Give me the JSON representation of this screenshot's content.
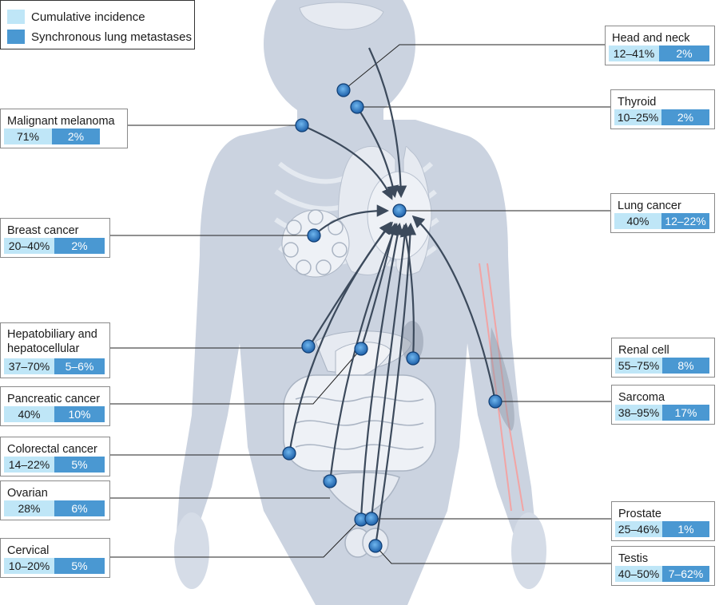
{
  "colors": {
    "cumulative": "#bfe6f7",
    "synchronous": "#4a98d2",
    "body": "#cbd3e0",
    "organ": "#e6eaf1",
    "tumor": "#2f7fd0",
    "arrow": "#3c4a5c",
    "leader": "#222222"
  },
  "legend": {
    "cumulative_label": "Cumulative incidence",
    "synchronous_label": "Synchronous lung metastases"
  },
  "cancers": {
    "melanoma": {
      "name": "Malignant melanoma",
      "incidence": "71%",
      "synchronous": "2%"
    },
    "breast": {
      "name": "Breast cancer",
      "incidence": "20–40%",
      "synchronous": "2%"
    },
    "hepato": {
      "name_line1": "Hepatobiliary and",
      "name_line2": "hepatocellular",
      "incidence": "37–70%",
      "synchronous": "5–6%"
    },
    "pancreatic": {
      "name": "Pancreatic cancer",
      "incidence": "40%",
      "synchronous": "10%"
    },
    "colorectal": {
      "name": "Colorectal cancer",
      "incidence": "14–22%",
      "synchronous": "5%"
    },
    "ovarian": {
      "name": "Ovarian",
      "incidence": "28%",
      "synchronous": "6%"
    },
    "cervical": {
      "name": "Cervical",
      "incidence": "10–20%",
      "synchronous": "5%"
    },
    "headneck": {
      "name": "Head and neck",
      "incidence": "12–41%",
      "synchronous": "2%"
    },
    "thyroid": {
      "name": "Thyroid",
      "incidence": "10–25%",
      "synchronous": "2%"
    },
    "lung": {
      "name": "Lung cancer",
      "incidence": "40%",
      "synchronous": "12–22%"
    },
    "renal": {
      "name": "Renal cell",
      "incidence": "55–75%",
      "synchronous": "8%"
    },
    "sarcoma": {
      "name": "Sarcoma",
      "incidence": "38–95%",
      "synchronous": "17%"
    },
    "prostate": {
      "name": "Prostate",
      "incidence": "25–46%",
      "synchronous": "1%"
    },
    "testis": {
      "name": "Testis",
      "incidence": "40–50%",
      "synchronous": "7–62%"
    }
  }
}
